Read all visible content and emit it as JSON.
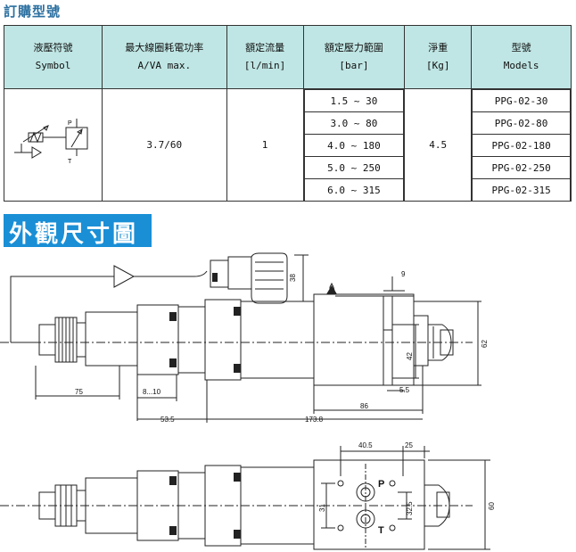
{
  "section_order": "訂購型號",
  "section_dims": "外觀尺寸圖",
  "headers": [
    {
      "zh": "液壓符號",
      "en": "Symbol"
    },
    {
      "zh": "最大線圈耗電功率",
      "en": "A/VA max."
    },
    {
      "zh": "額定流量",
      "en": "[l/min]"
    },
    {
      "zh": "額定壓力範圍",
      "en": "[bar]"
    },
    {
      "zh": "淨重",
      "en": "[Kg]"
    },
    {
      "zh": "型號",
      "en": "Models"
    }
  ],
  "power": "3.7/60",
  "flow": "1",
  "weight": "4.5",
  "pressures": [
    "1.5 ~ 30",
    "3.0 ~ 80",
    "4.0 ~ 180",
    "5.0 ~ 250",
    "6.0 ~ 315"
  ],
  "models": [
    "PPG-02-30",
    "PPG-02-80",
    "PPG-02-180",
    "PPG-02-250",
    "PPG-02-315"
  ],
  "symbol_ports": {
    "p": "P",
    "t": "T"
  },
  "dims": {
    "d38": "38",
    "d9": "9",
    "d62": "62",
    "d42": "42",
    "d55": "5.5",
    "d75": "75",
    "d810": "8...10",
    "d86": "86",
    "d535": "53.5",
    "d1738": "173.8",
    "d405": "40.5",
    "d25": "25",
    "d31": "31",
    "d325": "32.5",
    "d60": "60",
    "portP": "P",
    "portT": "T"
  }
}
